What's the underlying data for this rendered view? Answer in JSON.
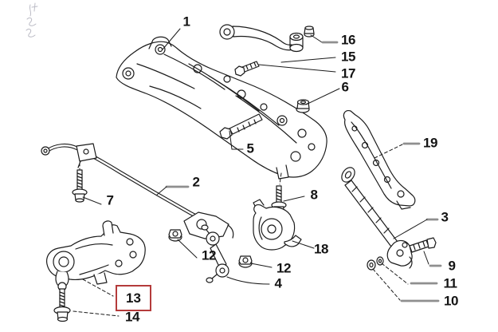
{
  "diagram": {
    "kind": "exploded-parts-line-drawing",
    "background_color": "#ffffff",
    "line_color": "#1b1b1b",
    "leader_stub_color": "#8f8f8f",
    "highlight": {
      "label": "13",
      "box_color": "#b43b3b"
    },
    "callouts": [
      {
        "label": "1"
      },
      {
        "label": "2"
      },
      {
        "label": "3"
      },
      {
        "label": "4"
      },
      {
        "label": "5"
      },
      {
        "label": "6"
      },
      {
        "label": "7"
      },
      {
        "label": "8"
      },
      {
        "label": "9"
      },
      {
        "label": "10"
      },
      {
        "label": "11"
      },
      {
        "label": "12"
      },
      {
        "label": "12"
      },
      {
        "label": "13"
      },
      {
        "label": "14"
      },
      {
        "label": "15"
      },
      {
        "label": "16"
      },
      {
        "label": "17"
      },
      {
        "label": "18"
      },
      {
        "label": "19"
      }
    ]
  }
}
